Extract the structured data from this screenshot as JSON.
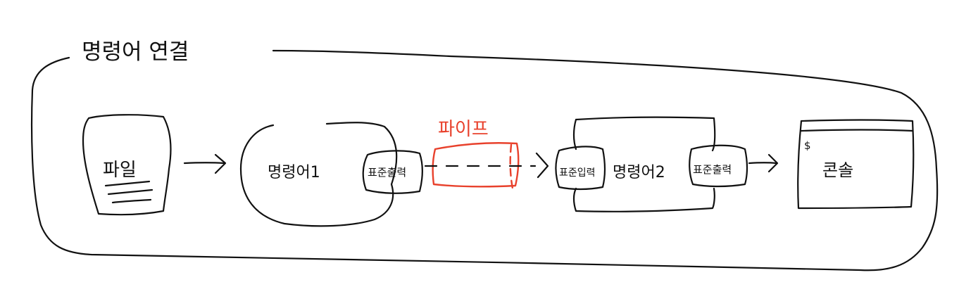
{
  "title": "명령어 연결",
  "nodes": {
    "file": "파일",
    "command1": "명령어1",
    "stdout1": "표준출력",
    "pipe": "파이프",
    "stdin2": "표준입력",
    "command2": "명령어2",
    "stdout2": "표준출력",
    "console": "콘솔",
    "prompt": "$"
  },
  "colors": {
    "ink": "#111111",
    "pipe": "#e8412c"
  }
}
